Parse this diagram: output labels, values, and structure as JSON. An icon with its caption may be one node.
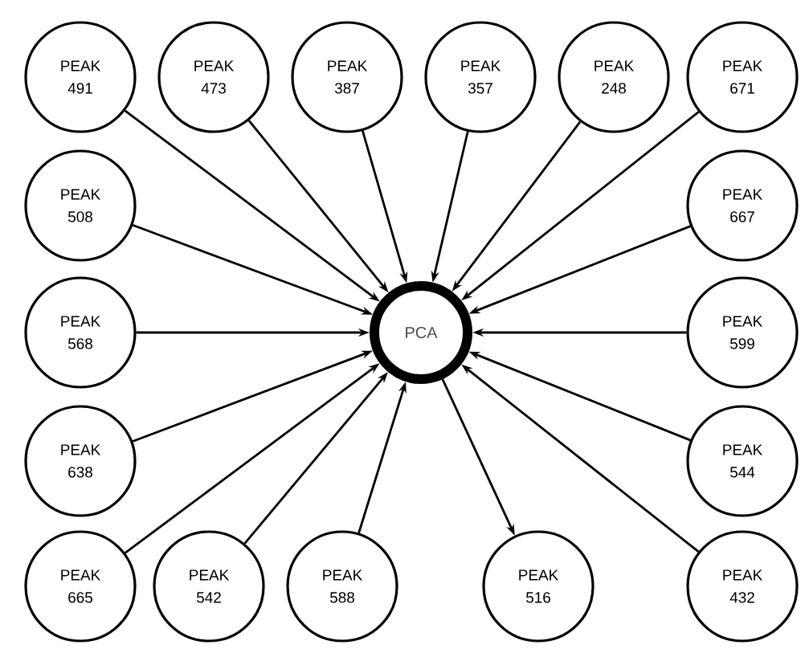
{
  "diagram": {
    "nodes": [
      {
        "text": [
          "PEAK 491"
        ]
      },
      {
        "text": [
          "PEAK 473"
        ]
      },
      {
        "text": [
          "PEAK 387"
        ]
      },
      {
        "text": [
          "PEAK 357"
        ]
      },
      {
        "text": [
          "PEAK 248"
        ]
      },
      {
        "text": [
          "PEAK 671"
        ]
      },
      {
        "text": [
          "PEAK 508"
        ]
      },
      {
        "text": [
          "PEAK 667"
        ]
      },
      {
        "text": [
          "PEAK 568"
        ]
      },
      {
        "text": [
          "PCA"
        ]
      },
      {
        "text": [
          "PEAK 599"
        ]
      },
      {
        "text": [
          "PEAK 638"
        ]
      },
      {
        "text": [
          "PEAK 544"
        ]
      },
      {
        "text": [
          "PEAK 665"
        ]
      },
      {
        "text": [
          "PEAK 542"
        ]
      },
      {
        "text": [
          "PEAK 588"
        ]
      },
      {
        "text": [
          "PEAK 516"
        ]
      },
      {
        "text": [
          "PEAK 432"
        ]
      }
    ],
    "edges": [
      {
        "from": 0,
        "to": 9,
        "arrow": "to"
      },
      {
        "from": 1,
        "to": 9,
        "arrow": "to"
      },
      {
        "from": 2,
        "to": 9,
        "arrow": "to"
      },
      {
        "from": 3,
        "to": 9,
        "arrow": "to"
      },
      {
        "from": 4,
        "to": 9,
        "arrow": "to"
      },
      {
        "from": 5,
        "to": 9,
        "arrow": "to"
      },
      {
        "from": 6,
        "to": 9,
        "arrow": "to"
      },
      {
        "from": 7,
        "to": 9,
        "arrow": "to"
      },
      {
        "from": 8,
        "to": 9,
        "arrow": "to"
      },
      {
        "from": 10,
        "to": 9,
        "arrow": "to"
      },
      {
        "from": 11,
        "to": 9,
        "arrow": "to"
      },
      {
        "from": 12,
        "to": 9,
        "arrow": "to"
      },
      {
        "from": 13,
        "to": 9,
        "arrow": "to"
      },
      {
        "from": 14,
        "to": 9,
        "arrow": "to"
      },
      {
        "from": 15,
        "to": 9,
        "arrow": "to"
      },
      {
        "from": 9,
        "to": 16,
        "arrow": "to"
      },
      {
        "from": 17,
        "to": 9,
        "arrow": "to"
      }
    ]
  }
}
